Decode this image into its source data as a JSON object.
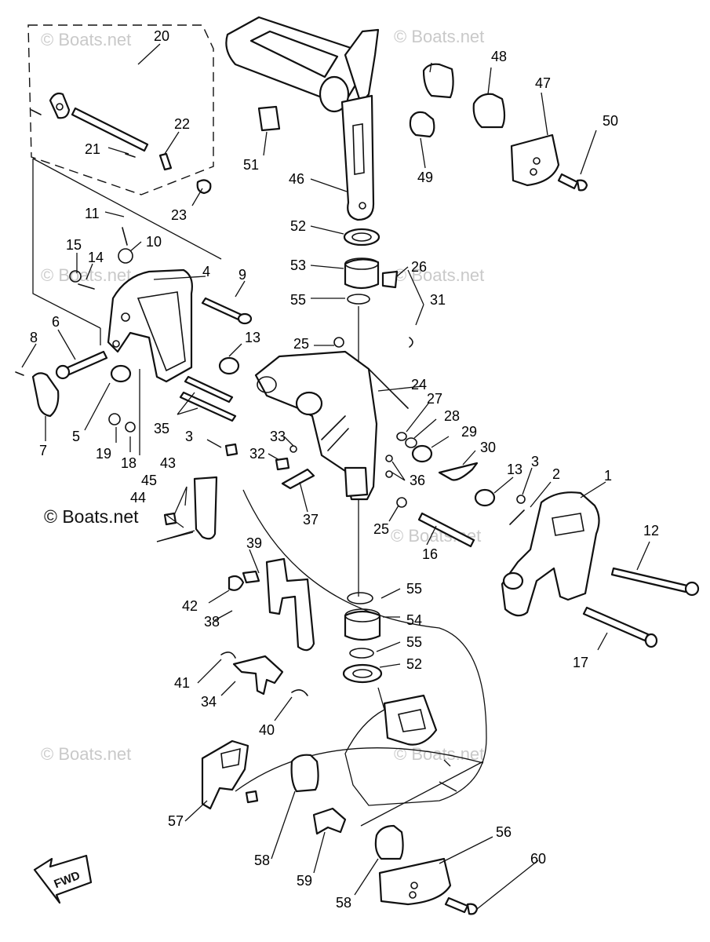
{
  "copyright_text": "© Boats.net",
  "watermark_text": "© Boats.net",
  "direction_label": "FWD",
  "callouts": [
    {
      "id": "c1",
      "text": "1"
    },
    {
      "id": "c2",
      "text": "2"
    },
    {
      "id": "c3a",
      "text": "3"
    },
    {
      "id": "c3b",
      "text": "3"
    },
    {
      "id": "c4",
      "text": "4"
    },
    {
      "id": "c5",
      "text": "5"
    },
    {
      "id": "c6",
      "text": "6"
    },
    {
      "id": "c7",
      "text": "7"
    },
    {
      "id": "c8",
      "text": "8"
    },
    {
      "id": "c9",
      "text": "9"
    },
    {
      "id": "c10",
      "text": "10"
    },
    {
      "id": "c11",
      "text": "11"
    },
    {
      "id": "c12",
      "text": "12"
    },
    {
      "id": "c13a",
      "text": "13"
    },
    {
      "id": "c13b",
      "text": "13"
    },
    {
      "id": "c14",
      "text": "14"
    },
    {
      "id": "c15",
      "text": "15"
    },
    {
      "id": "c16",
      "text": "16"
    },
    {
      "id": "c17",
      "text": "17"
    },
    {
      "id": "c18",
      "text": "18"
    },
    {
      "id": "c19",
      "text": "19"
    },
    {
      "id": "c20",
      "text": "20"
    },
    {
      "id": "c21",
      "text": "21"
    },
    {
      "id": "c22",
      "text": "22"
    },
    {
      "id": "c23",
      "text": "23"
    },
    {
      "id": "c24",
      "text": "24"
    },
    {
      "id": "c25a",
      "text": "25"
    },
    {
      "id": "c25b",
      "text": "25"
    },
    {
      "id": "c26",
      "text": "26"
    },
    {
      "id": "c27",
      "text": "27"
    },
    {
      "id": "c28",
      "text": "28"
    },
    {
      "id": "c29",
      "text": "29"
    },
    {
      "id": "c30",
      "text": "30"
    },
    {
      "id": "c31",
      "text": "31"
    },
    {
      "id": "c32",
      "text": "32"
    },
    {
      "id": "c33",
      "text": "33"
    },
    {
      "id": "c34",
      "text": "34"
    },
    {
      "id": "c35",
      "text": "35"
    },
    {
      "id": "c36",
      "text": "36"
    },
    {
      "id": "c37",
      "text": "37"
    },
    {
      "id": "c38",
      "text": "38"
    },
    {
      "id": "c39",
      "text": "39"
    },
    {
      "id": "c40",
      "text": "40"
    },
    {
      "id": "c41",
      "text": "41"
    },
    {
      "id": "c42",
      "text": "42"
    },
    {
      "id": "c43",
      "text": "43"
    },
    {
      "id": "c44",
      "text": "44"
    },
    {
      "id": "c45",
      "text": "45"
    },
    {
      "id": "c46",
      "text": "46"
    },
    {
      "id": "c47",
      "text": "47"
    },
    {
      "id": "c48",
      "text": "48"
    },
    {
      "id": "c49",
      "text": "49"
    },
    {
      "id": "c50",
      "text": "50"
    },
    {
      "id": "c51",
      "text": "51"
    },
    {
      "id": "c52a",
      "text": "52"
    },
    {
      "id": "c52b",
      "text": "52"
    },
    {
      "id": "c53",
      "text": "53"
    },
    {
      "id": "c54",
      "text": "54"
    },
    {
      "id": "c55a",
      "text": "55"
    },
    {
      "id": "c55b",
      "text": "55"
    },
    {
      "id": "c55c",
      "text": "55"
    },
    {
      "id": "c56",
      "text": "56"
    },
    {
      "id": "c57",
      "text": "57"
    },
    {
      "id": "c58a",
      "text": "58"
    },
    {
      "id": "c58b",
      "text": "58"
    },
    {
      "id": "c59",
      "text": "59"
    },
    {
      "id": "c60",
      "text": "60"
    }
  ]
}
